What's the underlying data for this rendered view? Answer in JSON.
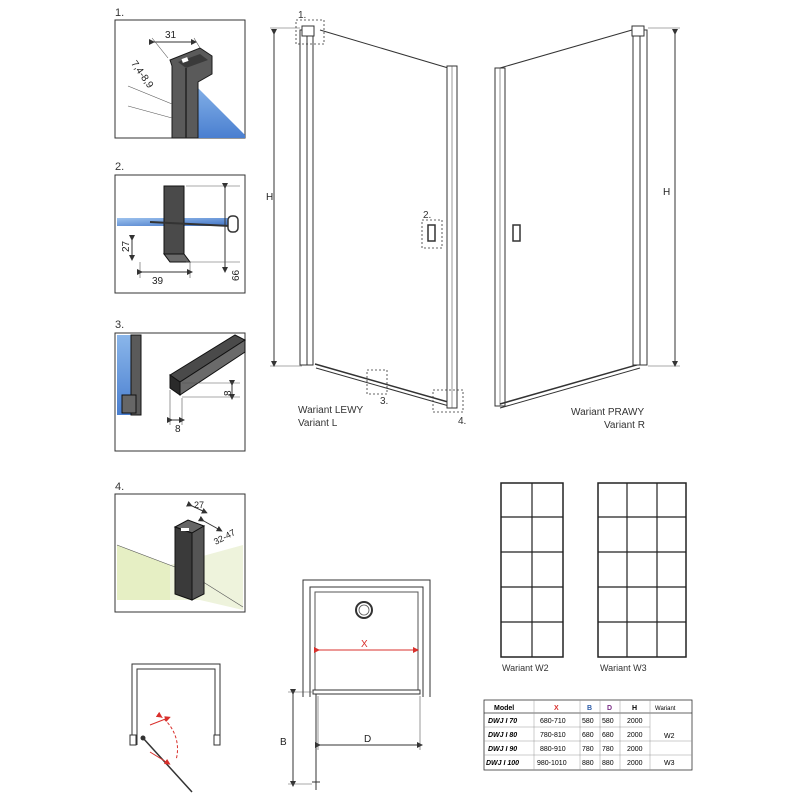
{
  "details": {
    "d1": {
      "num": "1.",
      "w": "31",
      "gap": "7,4-8,9"
    },
    "d2": {
      "num": "2.",
      "h1": "27",
      "w": "39",
      "h2": "66"
    },
    "d3": {
      "num": "3.",
      "h": "8",
      "w": "8"
    },
    "d4": {
      "num": "4.",
      "w": "27",
      "gap": "32-47"
    }
  },
  "front": {
    "h_label": "H",
    "callouts": [
      "1.",
      "2.",
      "3.",
      "4."
    ],
    "left_caption": [
      "Wariant LEWY",
      "Variant L"
    ],
    "right_caption": [
      "Wariant PRAWY",
      "Variant R"
    ]
  },
  "plan": {
    "x_label": "X",
    "d_label": "D",
    "b_label": "B"
  },
  "grid_variants": {
    "w2": "Wariant W2",
    "w3": "Wariant W3"
  },
  "colors": {
    "x": "#d9302c",
    "b": "#2a5aa8",
    "d": "#7a2d86",
    "blue_glass": "#5b8fd6",
    "floor": "#e6efc4"
  },
  "table": {
    "headers": [
      "Model",
      "X",
      "B",
      "D",
      "H",
      "Wariant"
    ],
    "rows": [
      [
        "DWJ I 70",
        "680-710",
        "580",
        "580",
        "2000"
      ],
      [
        "DWJ I 80",
        "780-810",
        "680",
        "680",
        "2000"
      ],
      [
        "DWJ I 90",
        "880-910",
        "780",
        "780",
        "2000"
      ],
      [
        "DWJ I 100",
        "980-1010",
        "880",
        "880",
        "2000"
      ]
    ],
    "variants": [
      "W2",
      "W3"
    ]
  }
}
